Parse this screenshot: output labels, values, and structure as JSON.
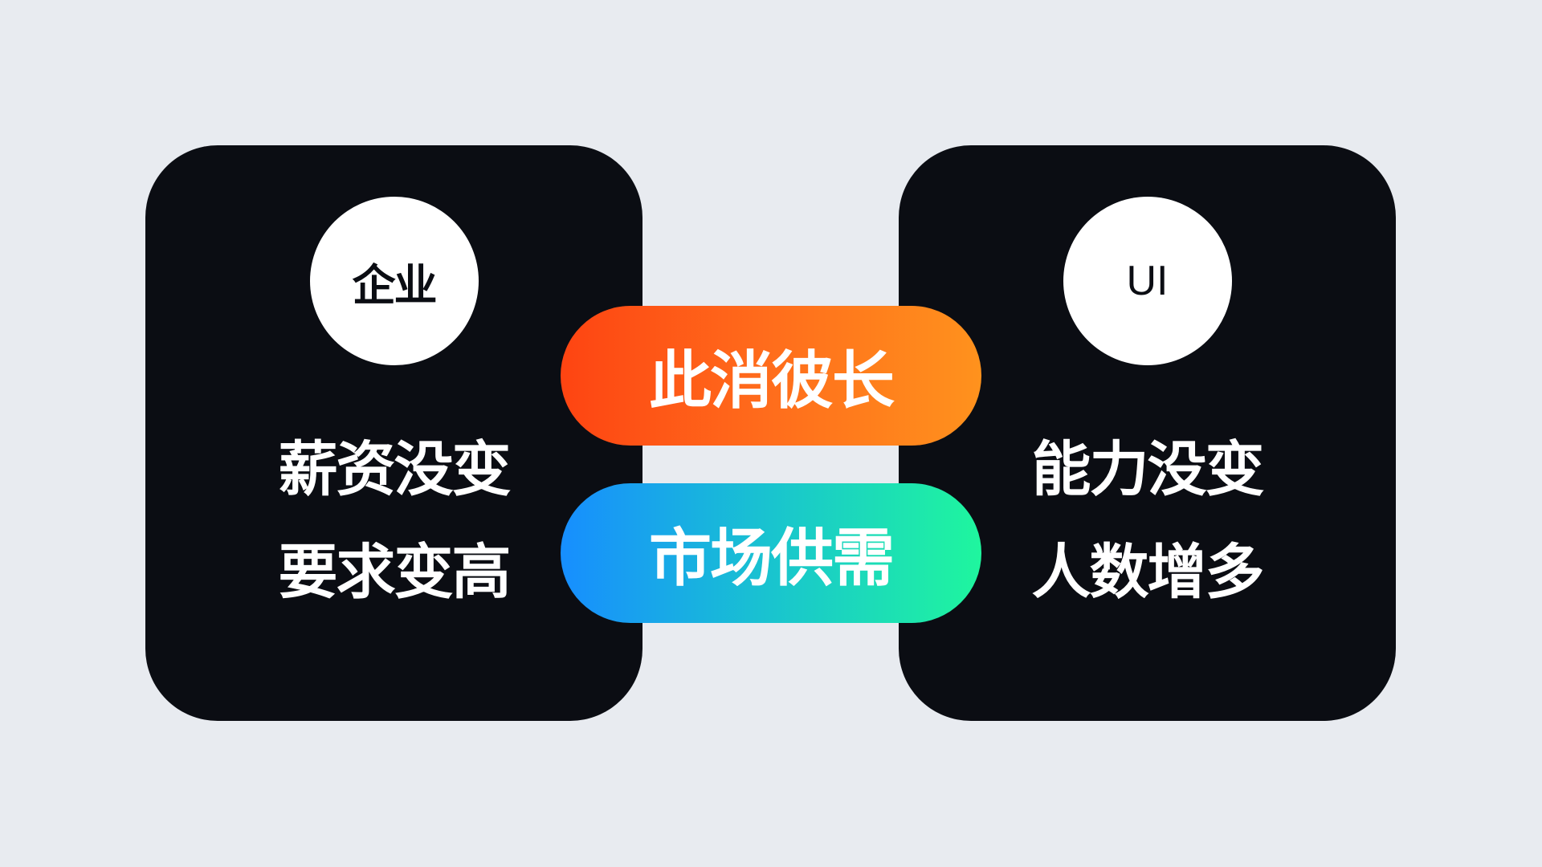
{
  "left_card": {
    "badge": "企业",
    "lines": [
      "薪资没变",
      "要求变高"
    ]
  },
  "right_card": {
    "badge": "UI",
    "lines": [
      "能力没变",
      "人数增多"
    ]
  },
  "pills": {
    "top": {
      "label": "此消彼长",
      "gradient": [
        "#fe4412",
        "#ff921d"
      ]
    },
    "bottom": {
      "label": "市场供需",
      "gradient": [
        "#178eff",
        "#1ff69e"
      ]
    }
  },
  "colors": {
    "background": "#e8ebf0",
    "card": "#0b0d13",
    "text": "#ffffff"
  }
}
